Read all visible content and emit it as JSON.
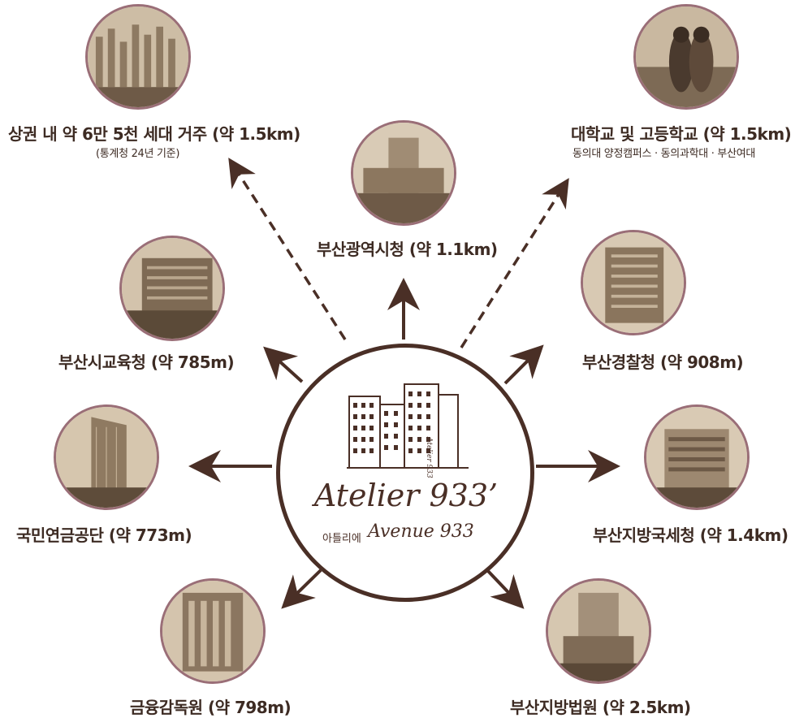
{
  "center": {
    "brand_title": "Atelier 933’",
    "subtitle_korean": "아틀리에",
    "subtitle_script": "Avenue 933",
    "building_sign": "Atelier 933"
  },
  "destinations": [
    {
      "id": "residential",
      "label": "상권 내 약 6만 5천 세대 거주 (약 1.5km)",
      "note": "(통계청 24년 기준)",
      "icon": "apartment-complex-photo"
    },
    {
      "id": "university",
      "label": "대학교 및 고등학교 (약 1.5km)",
      "note": "동의대 양정캠퍼스 · 동의과학대 · 부산여대",
      "icon": "students-photo"
    },
    {
      "id": "city-hall",
      "label": "부산광역시청 (약 1.1km)",
      "icon": "city-hall-photo"
    },
    {
      "id": "education-office",
      "label": "부산시교육청 (약 785m)",
      "icon": "education-office-photo"
    },
    {
      "id": "police",
      "label": "부산경찰청 (약 908m)",
      "icon": "police-agency-photo"
    },
    {
      "id": "pension",
      "label": "국민연금공단 (약 773m)",
      "icon": "pension-service-photo"
    },
    {
      "id": "tax",
      "label": "부산지방국세청 (약 1.4km)",
      "icon": "tax-office-photo"
    },
    {
      "id": "fss",
      "label": "금융감독원 (약 798m)",
      "icon": "financial-supervisory-photo"
    },
    {
      "id": "court",
      "label": "부산지방법원 (약 2.5km)",
      "icon": "district-court-photo"
    }
  ],
  "colors": {
    "arrow": "#4a2f26",
    "photo_border": "#9a6e77",
    "text": "#3d2b23",
    "sepia_light": "#d8c8b4",
    "sepia_dark": "#5a4434"
  }
}
